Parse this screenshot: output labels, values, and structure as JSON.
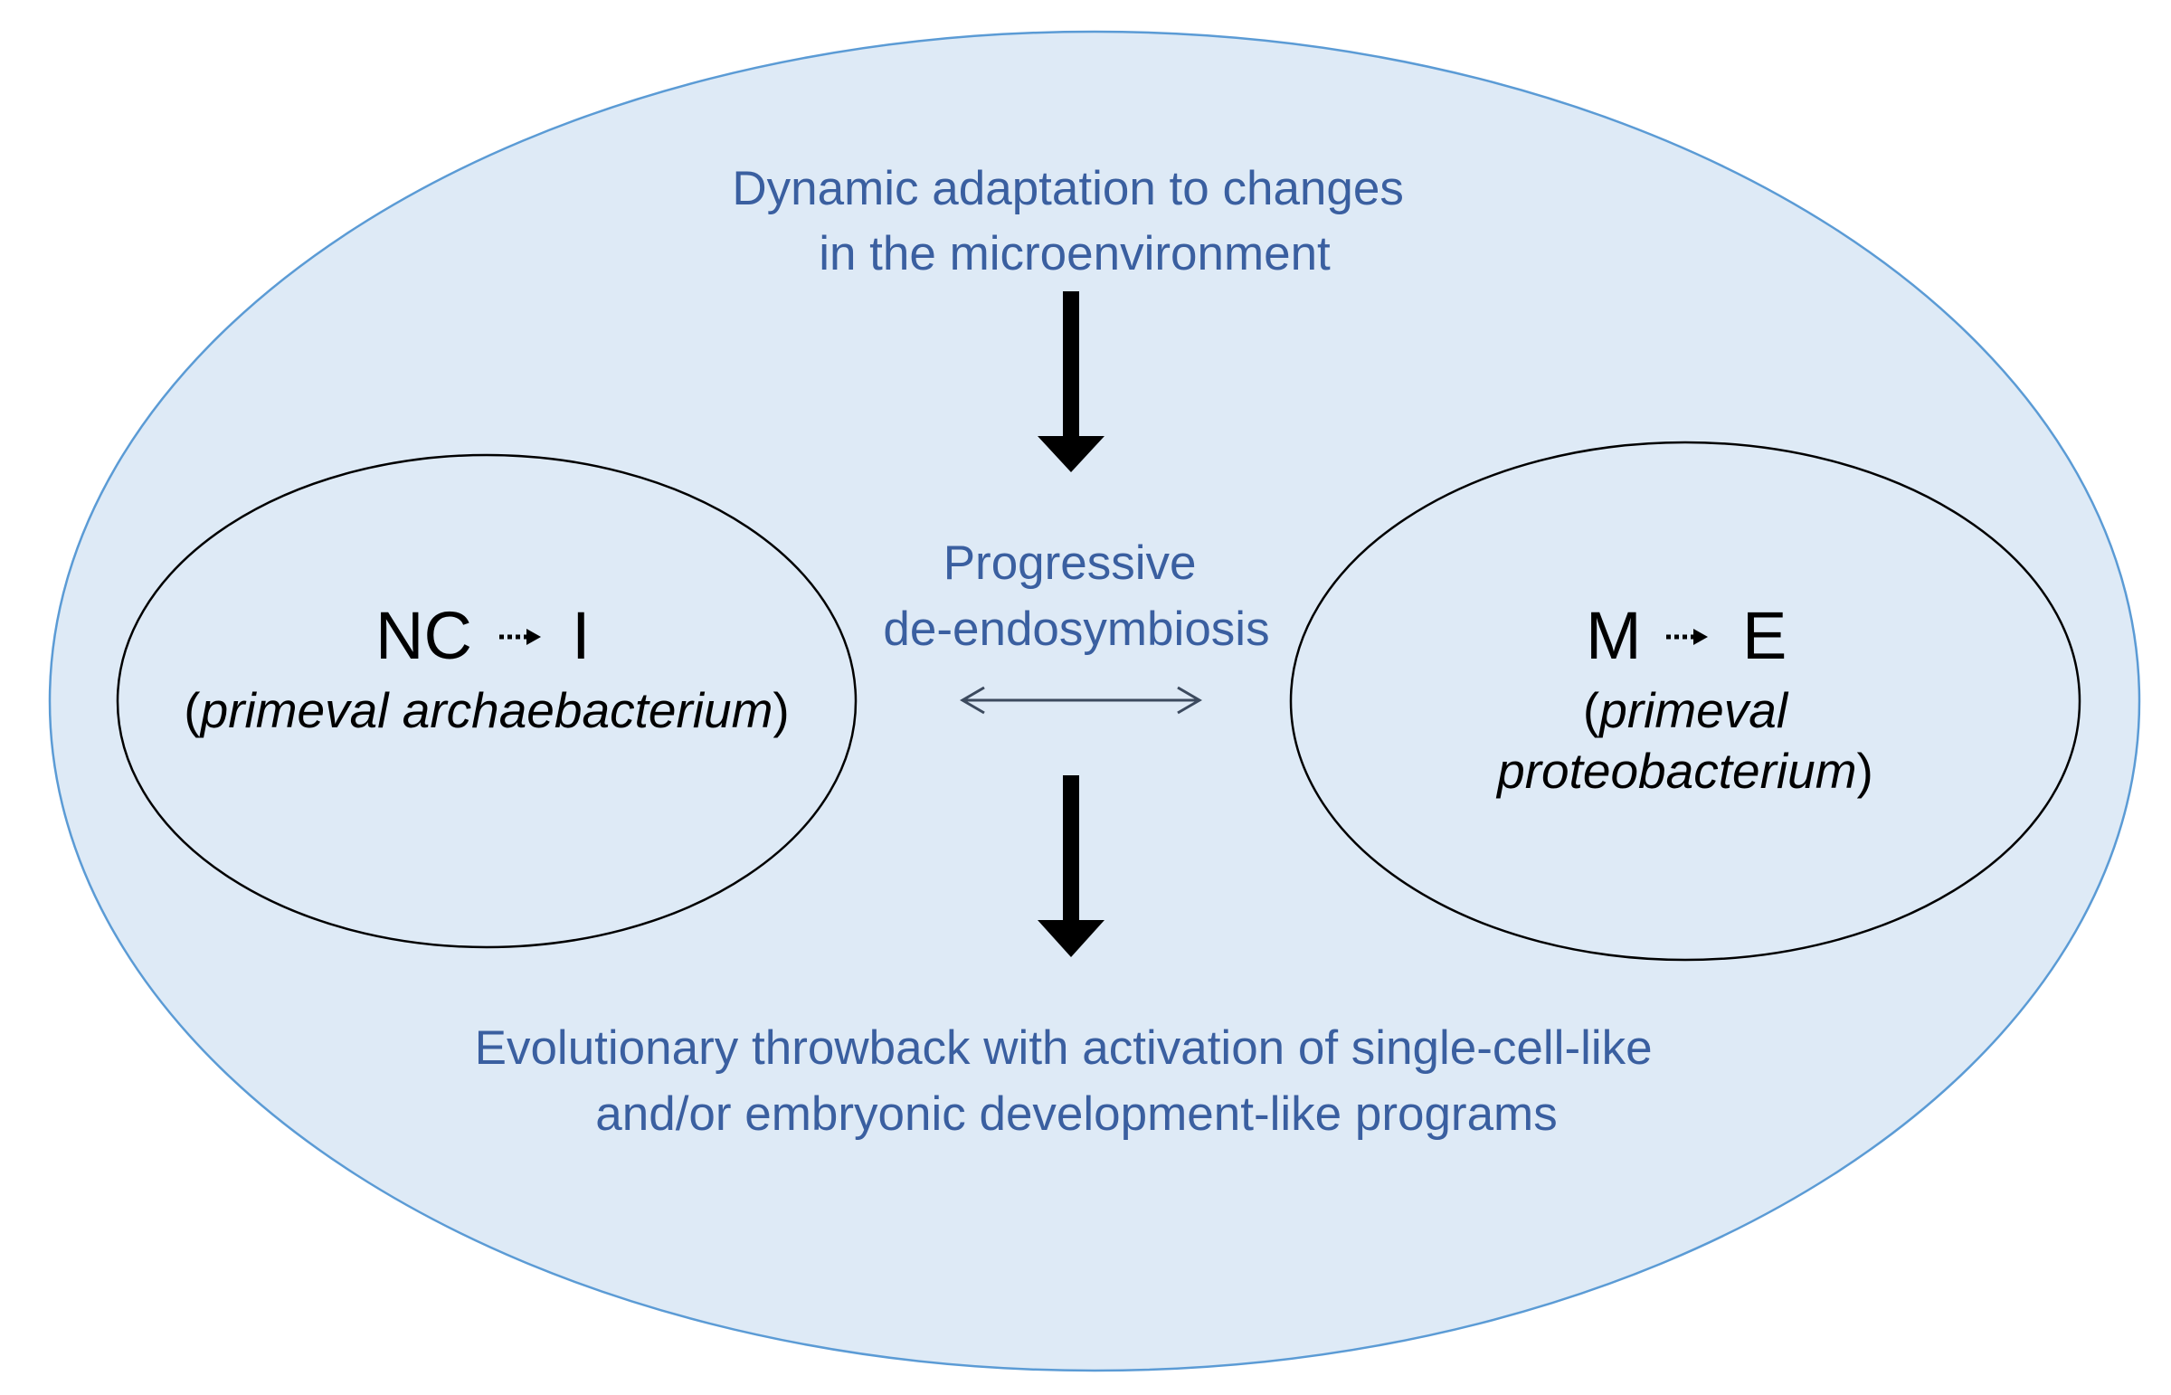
{
  "colors": {
    "outer_fill": "#deeaf6",
    "outer_stroke": "#5b9bd5",
    "inner_stroke": "#000000",
    "blue_text": "#3a5fa0",
    "arrow": "#000000",
    "double_arrow": "#3c4a5e"
  },
  "top_text": {
    "line1": "Dynamic adaptation to changes",
    "line2": "in the microenvironment"
  },
  "center_text": {
    "line1": "Progressive",
    "line2": "de-endosymbiosis"
  },
  "bottom_text": {
    "line1": "Evolutionary throwback with activation of single-cell-like",
    "line2": "and/or embryonic development-like programs"
  },
  "left_cell": {
    "from": "NC",
    "to": "I",
    "arrow": "⇢",
    "open_paren": "(",
    "name": "primeval archaebacterium",
    "close_paren": ")"
  },
  "right_cell": {
    "from": "M",
    "to": "E",
    "arrow": "⇢",
    "open_paren": "(",
    "name_line1": "primeval",
    "name_line2": "proteobacterium",
    "close_paren": ")"
  }
}
